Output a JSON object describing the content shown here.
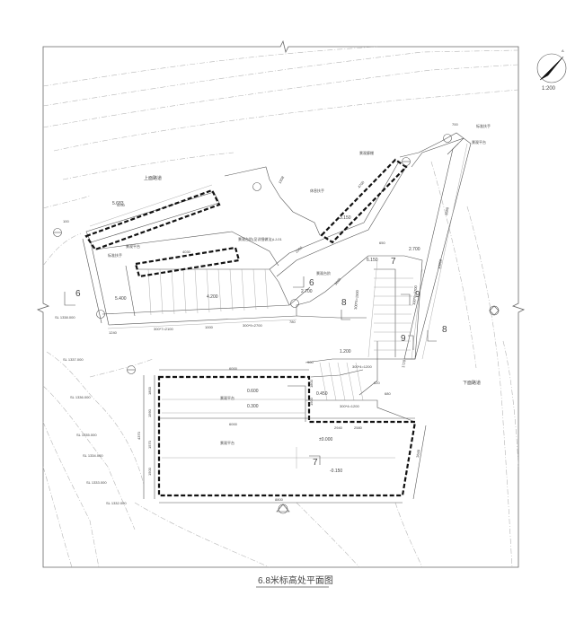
{
  "drawing": {
    "title": "6.8米标高处平面图",
    "scale": "1:200",
    "north_label": "A",
    "section_marks": [
      "6",
      "6",
      "7",
      "7",
      "8",
      "8",
      "9",
      "9"
    ],
    "area_labels": [
      "上面路道",
      "下面路道",
      "景观平台",
      "景观平台",
      "景观平台",
      "景观平台",
      "标准扶手",
      "休息扶手",
      "标准扶手",
      "景观廊棚",
      "景观台阶"
    ],
    "stair_label": "景观台阶(见详细做法)LJ-01",
    "spot_levels": [
      "5.683",
      "3.150",
      "2.700",
      "2.700",
      "4.200",
      "5.400",
      "6.150",
      "1.200",
      "0.450",
      "0.600",
      "0.300",
      "±0.000",
      "-0.150"
    ],
    "slope_levels": [
      "SL 1338.000",
      "SL 1337.000",
      "SL 1336.000",
      "SL 1335.000",
      "SL 1334.000",
      "SL 1333.000",
      "SL 1332.000"
    ],
    "dimensions": [
      "5290",
      "4030",
      "6000",
      "6000",
      "8800",
      "1240",
      "300*7=2100",
      "1000",
      "300*9=2700",
      "780",
      "300*9=2700",
      "300*4=1200",
      "300*5=1500",
      "300*4=1200",
      "2940",
      "2580",
      "3640",
      "4370",
      "1500",
      "1800",
      "1560",
      "1570",
      "700",
      "4700",
      "1908",
      "2390",
      "3600",
      "10060",
      "8680",
      "1720",
      "100",
      "650",
      "680",
      "620",
      "900",
      "1800",
      "1500"
    ]
  }
}
